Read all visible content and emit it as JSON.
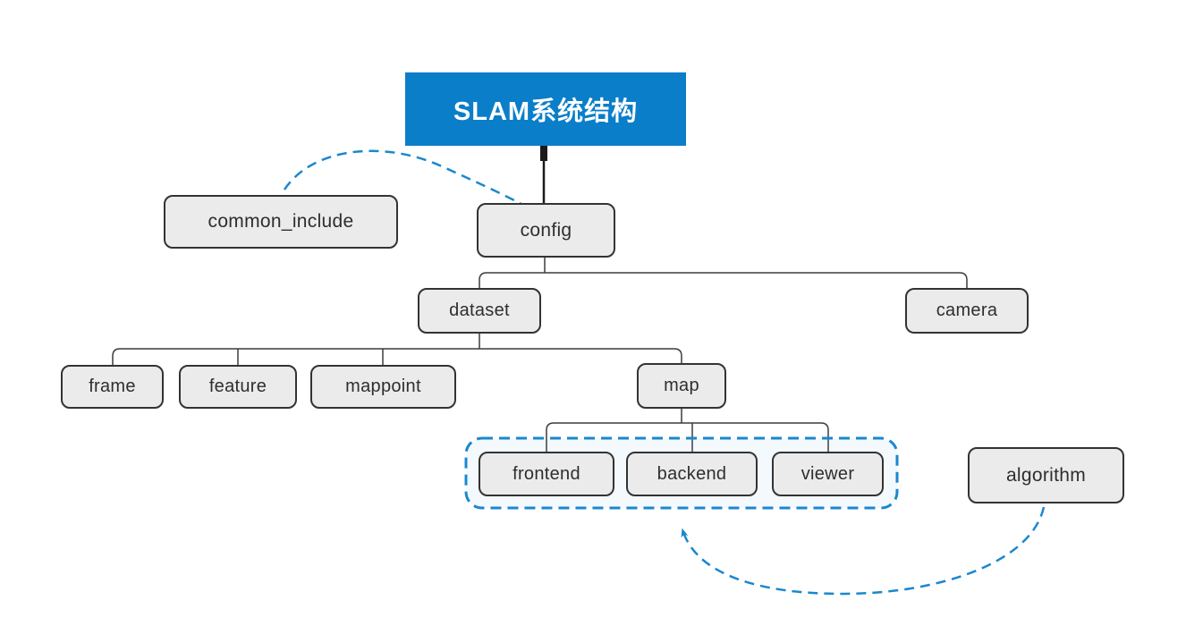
{
  "diagram": {
    "title": "SLAM系统结构",
    "nodes": {
      "common_include": {
        "label": "common_include"
      },
      "config": {
        "label": "config"
      },
      "dataset": {
        "label": "dataset"
      },
      "camera": {
        "label": "camera"
      },
      "frame": {
        "label": "frame"
      },
      "feature": {
        "label": "feature"
      },
      "mappoint": {
        "label": "mappoint"
      },
      "map": {
        "label": "map"
      },
      "frontend": {
        "label": "frontend"
      },
      "backend": {
        "label": "backend"
      },
      "viewer": {
        "label": "viewer"
      },
      "algorithm": {
        "label": "algorithm"
      }
    },
    "colors": {
      "accent_blue": "#0a7ec9",
      "dashed_blue": "#1b87ce",
      "node_fill": "#ebebeb",
      "node_border": "#333333",
      "connector": "#3c3c3c"
    }
  }
}
